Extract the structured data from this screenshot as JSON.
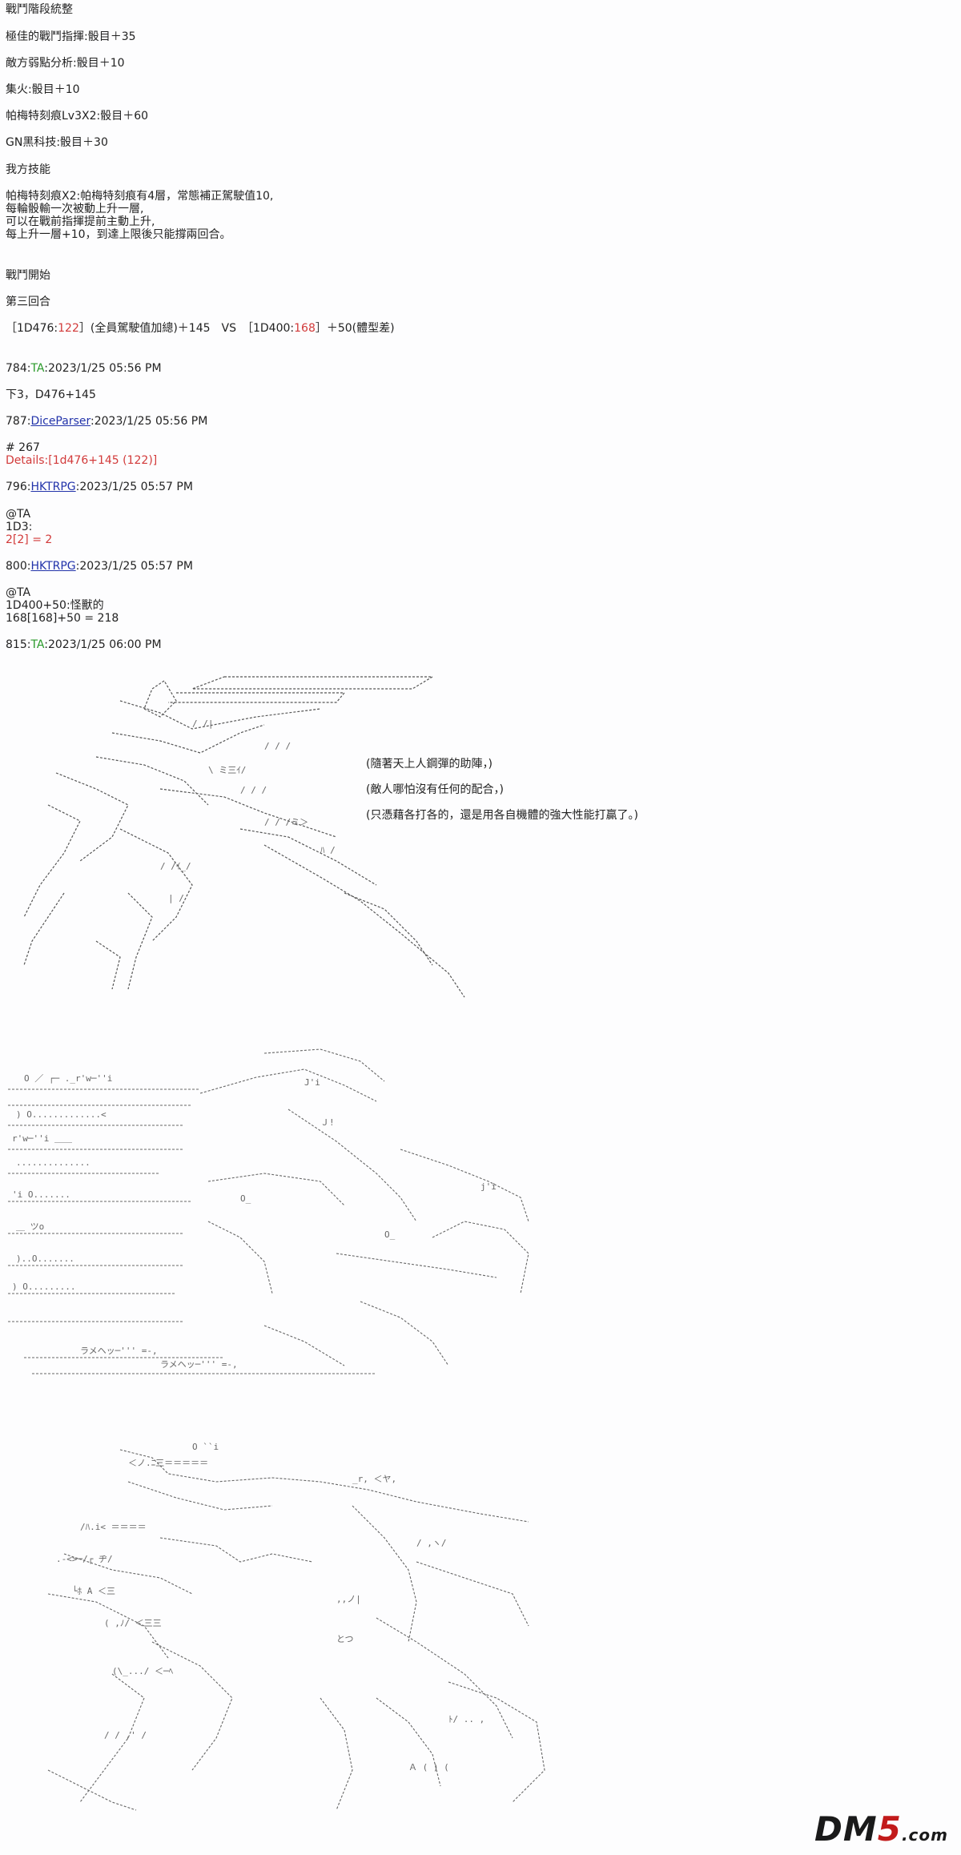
{
  "header": {
    "battle_adjust": "戰鬥階段統整",
    "items": [
      "極佳的戰鬥指揮:骰目＋35",
      "敵方弱點分析:骰目＋10",
      "集火:骰目＋10",
      "帕梅特刻痕Lv3X2:骰目＋60",
      "GN黑科技:骰目＋30"
    ],
    "skills_title": "我方技能",
    "skill_lines": [
      "帕梅特刻痕X2:帕梅特刻痕有4層，常態補正駕駛值10,",
      "每輪骰輸一次被動上升一層,",
      "可以在戰前指揮提前主動上升,",
      "每上升一層+10，到達上限後只能撐兩回合。"
    ],
    "battle_start": "戰鬥開始",
    "round": "第三回合",
    "formula": {
      "left_pre": "［1D476:",
      "left_roll": "122",
      "left_post": "］(全員駕駛值加總)＋145　VS　［1D400:",
      "right_roll": "168",
      "right_post": "］＋50(體型差)"
    }
  },
  "posts": [
    {
      "num": "784:",
      "user": "TA",
      "user_type": "green",
      "time": ":2023/1/25 05:56 PM"
    },
    {
      "body": "下3，D476+145"
    },
    {
      "num": "787:",
      "user": "DiceParser",
      "user_type": "link",
      "time": ":2023/1/25 05:56 PM"
    },
    {
      "num": "796:",
      "user": "HKTRPG",
      "user_type": "link",
      "time": ":2023/1/25 05:57 PM"
    },
    {
      "num": "800:",
      "user": "HKTRPG",
      "user_type": "link",
      "time": ":2023/1/25 05:57 PM"
    },
    {
      "num": "815:",
      "user": "TA",
      "user_type": "green",
      "time": ":2023/1/25 06:00 PM"
    }
  ],
  "dice1": {
    "hash": "# 267",
    "details": "Details:[1d476+145 (122)]"
  },
  "dice2": {
    "at": "@TA",
    "expr": "1D3:",
    "result": "2[2] = 2"
  },
  "dice3": {
    "at": "@TA",
    "expr": "1D400+50:怪獸的",
    "result": "168[168]+50 = 218"
  },
  "captions": [
    "(隨著天上人鋼彈的助陣，)",
    "(敵人哪怕沒有任何的配合，)",
    "(只憑藉各打各的，還是用各自機體的強大性能打贏了。)"
  ],
  "watermark": {
    "a": "DM",
    "b": "5",
    "c": ".com"
  },
  "colors": {
    "accent_red": "#d23a3a",
    "user_green": "#2a9a2a",
    "link_blue": "#2233aa"
  }
}
